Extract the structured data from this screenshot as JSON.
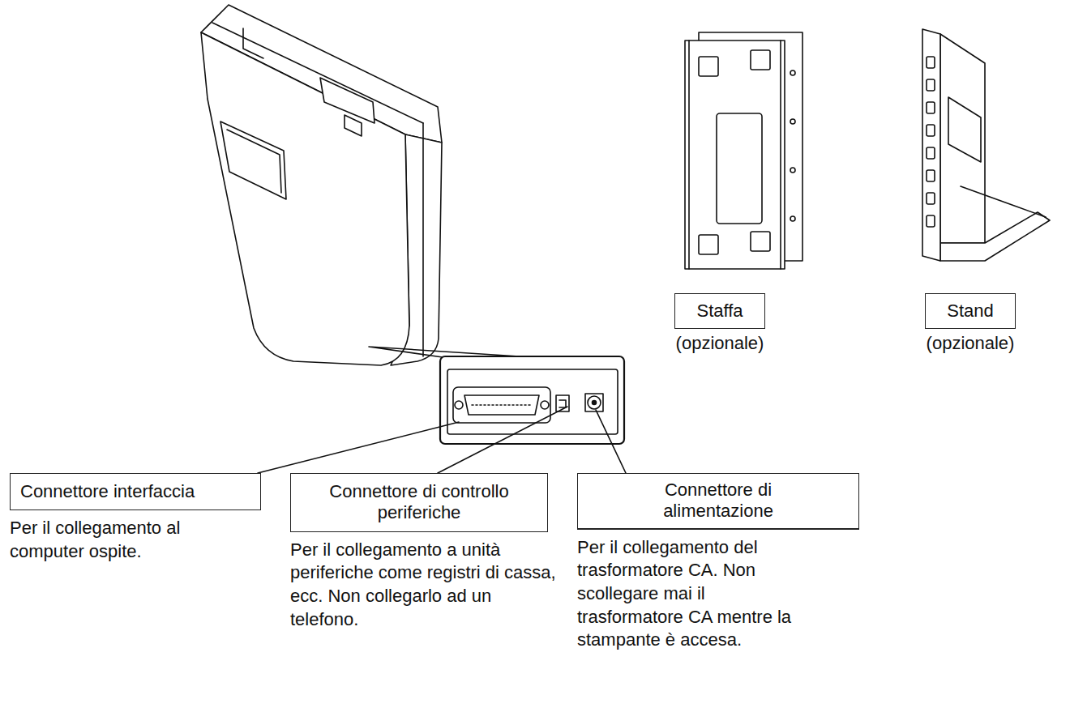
{
  "diagram": {
    "nodes": [
      {
        "text": [
          "Connettore interfaccia",
          "Per il collegamento al computer ospite."
        ]
      },
      {
        "text": [
          "Connettore di controllo periferiche",
          "Per il collegamento a unità periferiche come registri di cassa, ecc. Non collegarlo ad un telefono."
        ]
      },
      {
        "text": [
          "Connettore di alimentazione",
          "Per il collegamento del trasformatore CA. Non scollegare mai il trasformatore CA mentre la stampante è accesa."
        ]
      },
      {
        "text": [
          "Staffa",
          "(opzionale)"
        ]
      },
      {
        "text": [
          "Stand",
          "(opzionale)"
        ]
      }
    ]
  }
}
